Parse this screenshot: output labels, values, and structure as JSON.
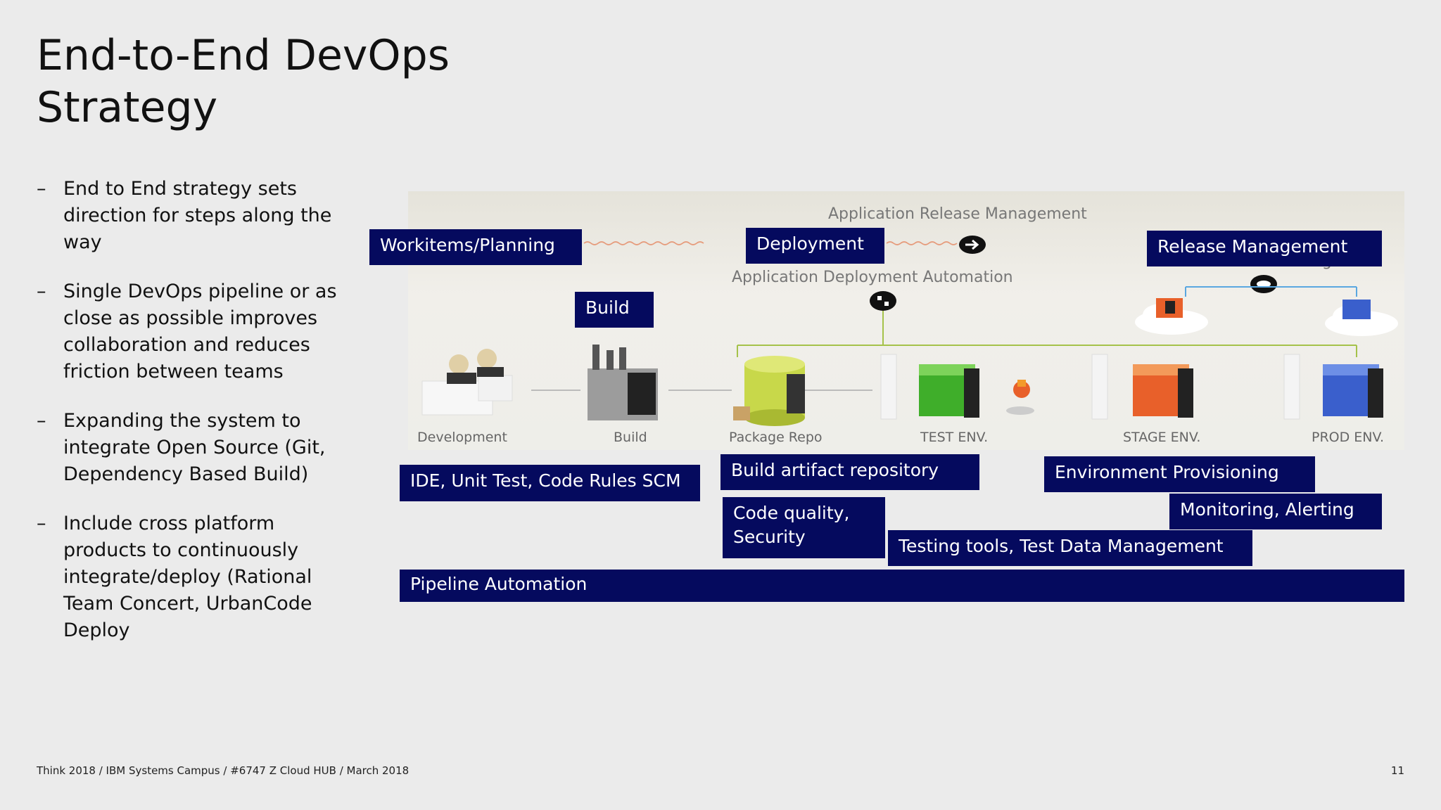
{
  "slide": {
    "title_line1": "End-to-End DevOps",
    "title_line2": "Strategy",
    "bullets": [
      "End to End strategy sets direction for steps along the way",
      "Single DevOps pipeline or as close as possible improves collaboration and reduces friction between teams",
      "Expanding the system to integrate Open Source (Git, Dependency Based Build)",
      "Include cross platform products to continuously integrate/deploy (Rational Team Concert, UrbanCode Deploy"
    ],
    "bullet_marker": "–",
    "footer": "Think 2018 / IBM Systems Campus / #6747 Z Cloud HUB / March 2018",
    "page_number": "11"
  },
  "diagram": {
    "band_top": "Application Release Management",
    "band_middle": "Application Deployment Automation",
    "band_cloud": "Cloud Provisioning",
    "stages": [
      "Development",
      "Build",
      "Package Repo",
      "TEST ENV.",
      "STAGE ENV.",
      "PROD ENV."
    ],
    "labels": {
      "workitems": "Workitems/Planning",
      "deployment": "Deployment",
      "release": "Release Management",
      "build": "Build",
      "ide": "IDE, Unit Test, Code Rules SCM",
      "artifact": "Build artifact repository",
      "env_prov": "Environment Provisioning",
      "monitoring": "Monitoring, Alerting",
      "code_quality_1": "Code quality,",
      "code_quality_2": "Security",
      "testing": "Testing tools, Test Data Management",
      "pipeline": "Pipeline Automation"
    },
    "colors": {
      "label_box": "#050a5e",
      "test_env": "#3fae2a",
      "stage_env": "#e8602a",
      "prod_env": "#3a5fcc",
      "repo": "#c8d84a"
    }
  }
}
